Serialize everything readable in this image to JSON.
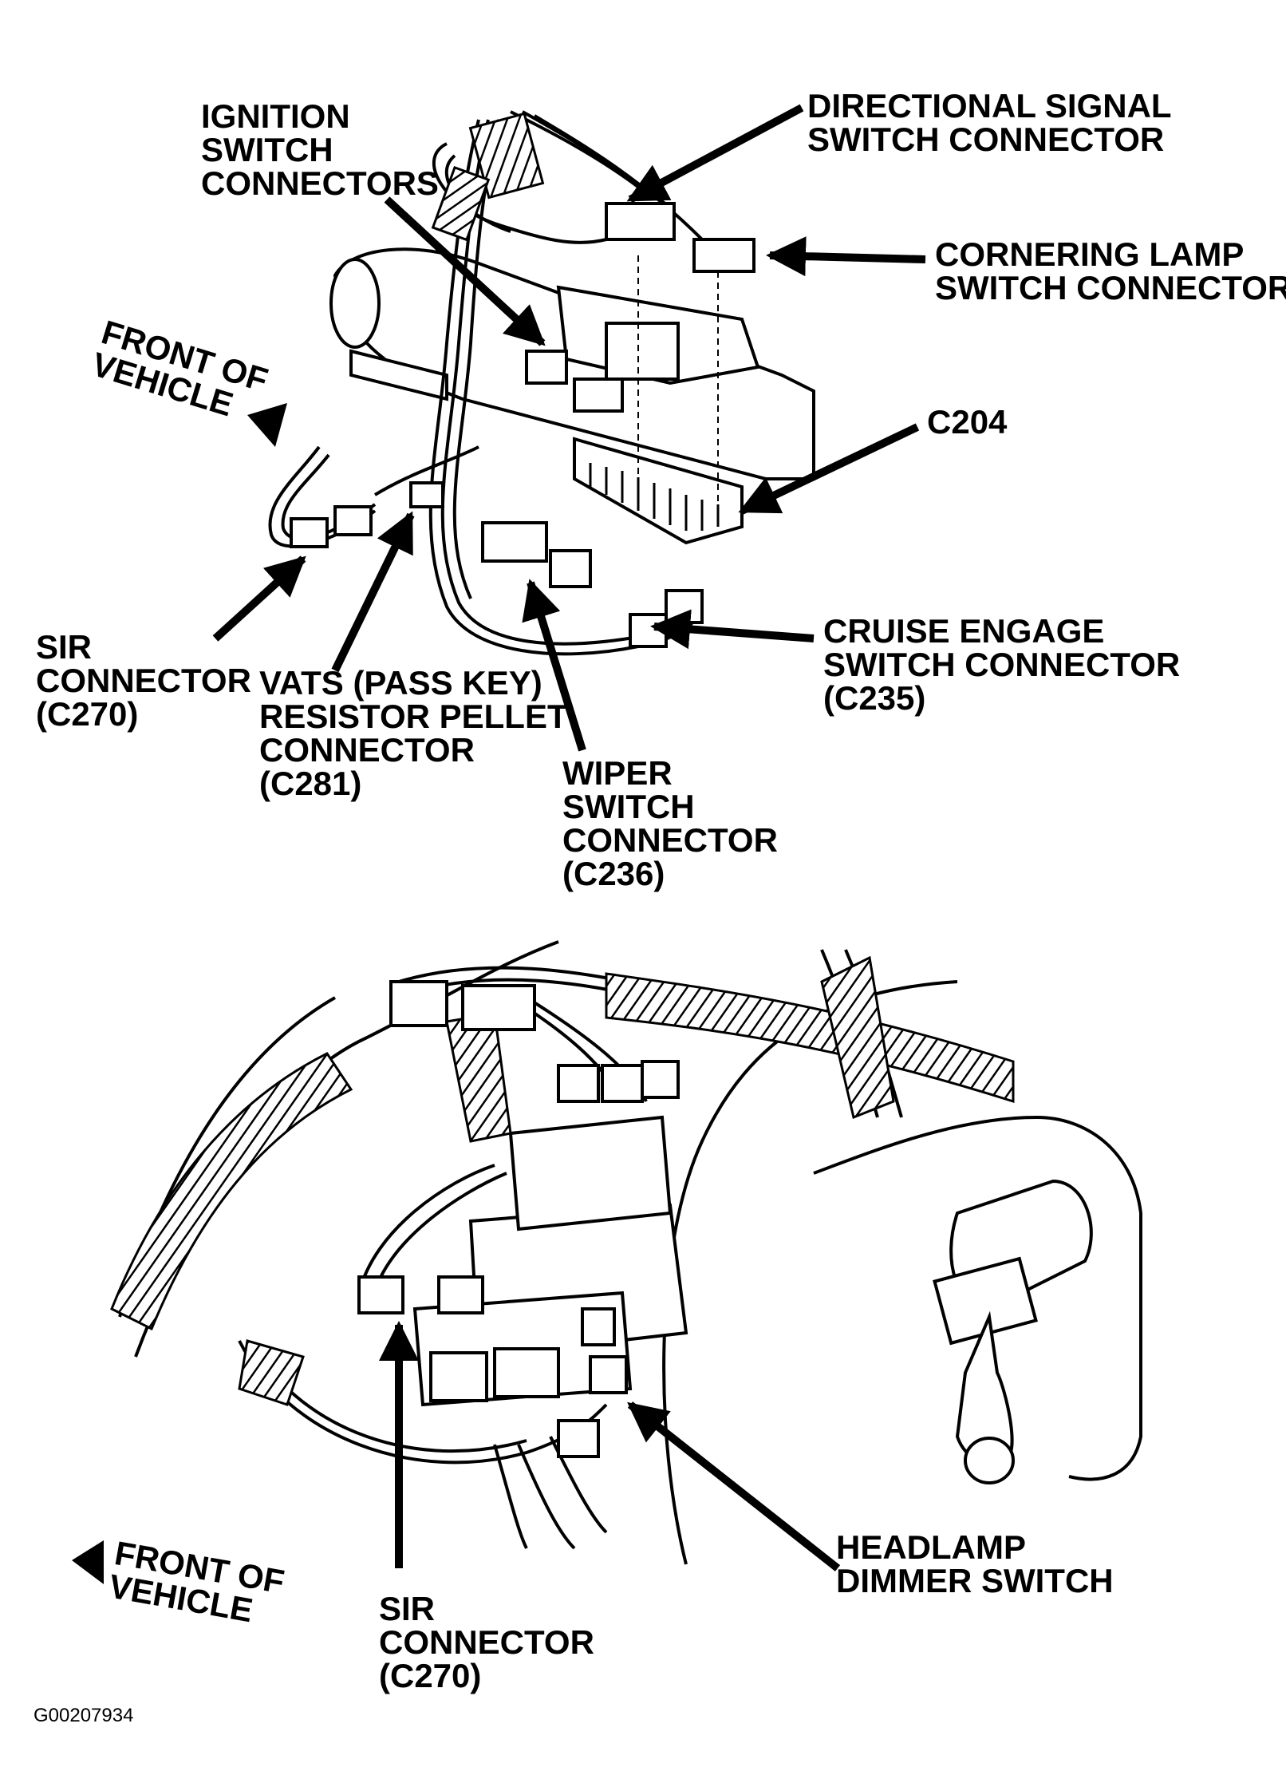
{
  "figure_id": "G00207934",
  "top_diagram": {
    "labels": {
      "ignition_switch_connectors": [
        "IGNITION",
        "SWITCH",
        "CONNECTORS"
      ],
      "directional_signal_switch_connector": [
        "DIRECTIONAL SIGNAL",
        "SWITCH CONNECTOR"
      ],
      "cornering_lamp_switch_connector": [
        "CORNERING LAMP",
        "SWITCH CONNECTOR"
      ],
      "front_of_vehicle": [
        "FRONT OF",
        "VEHICLE"
      ],
      "c204": "C204",
      "cruise_engage_switch_connector": [
        "CRUISE ENGAGE",
        "SWITCH CONNECTOR",
        "(C235)"
      ],
      "sir_connector": [
        "SIR",
        "CONNECTOR",
        "(C270)"
      ],
      "vats_resistor_pellet_connector": [
        "VATS (PASS KEY)",
        "RESISTOR PELLET",
        "CONNECTOR",
        "(C281)"
      ],
      "wiper_switch_connector": [
        "WIPER",
        "SWITCH",
        "CONNECTOR",
        "(C236)"
      ]
    }
  },
  "bottom_diagram": {
    "labels": {
      "front_of_vehicle": [
        "FRONT OF",
        "VEHICLE"
      ],
      "sir_connector": [
        "SIR",
        "CONNECTOR",
        "(C270)"
      ],
      "headlamp_dimmer_switch": [
        "HEADLAMP",
        "DIMMER SWITCH"
      ]
    }
  }
}
